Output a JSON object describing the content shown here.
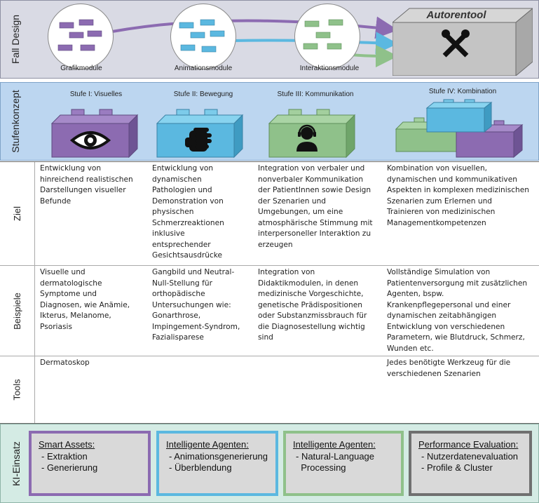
{
  "fall_design": {
    "label": "Fall Design",
    "modules": [
      {
        "label": "Grafikmodule",
        "color": "#8c6bb1"
      },
      {
        "label": "Animationsmodule",
        "color": "#5bb8e0"
      },
      {
        "label": "Interaktionsmodule",
        "color": "#8fc18a"
      }
    ],
    "tool": {
      "label": "Autorentool",
      "icon": "tools-icon"
    }
  },
  "stufenkonzept": {
    "label": "Stufenkonzept",
    "stufen": [
      {
        "label": "Stufe I: Visuelles",
        "icon": "eye-icon",
        "color": "#8c6bb1"
      },
      {
        "label": "Stufe II: Bewegung",
        "icon": "hand-icon",
        "color": "#5bb8e0"
      },
      {
        "label": "Stufe III: Kommunikation",
        "icon": "headset-person-icon",
        "color": "#8fc18a"
      },
      {
        "label": "Stufe IV: Kombination",
        "icon": "combined-bricks-icon",
        "color": "#5bb8e0"
      }
    ]
  },
  "table": {
    "rows": [
      {
        "label": "Ziel",
        "cells": [
          "Entwicklung von\nhinreichend realistischen\nDarstellungen visueller\nBefunde",
          "Entwicklung von\ndynamischen\nPathologien und\nDemonstration von\nphysischen\nSchmerzreaktionen\ninklusive\nentsprechender\nGesichtsausdrücke",
          "Integration von verbaler und\nnonverbaler Kommunikation\nder PatientInnen sowie Design\nder Szenarien und\nUmgebungen, um eine\natmosphärische Stimmung mit\ninterpersoneller Interaktion zu\nerzeugen",
          "Kombination von visuellen,\ndynamischen und kommunikativen\nAspekten in komplexen medizinischen\nSzenarien zum Erlernen und\nTrainieren von medizinischen\nManagementkompetenzen"
        ]
      },
      {
        "label": "Beispiele",
        "cells": [
          "Visuelle und\ndermatologische\nSymptome und\nDiagnosen, wie Anämie,\nIkterus, Melanome,\nPsoriasis",
          "Gangbild und Neutral-\nNull-Stellung für\northopädische\nUntersuchungen wie:\nGonarthrose,\nImpingement-Syndrom,\nFazialisparese",
          "Integration von\nDidaktikmodulen, in denen\nmedizinische Vorgeschichte,\ngenetische Prädispositionen\noder Substanzmissbrauch für\ndie Diagnosestellung wichtig\nsind",
          "Vollständige Simulation von\nPatientenversorgung mit zusätzlichen\nAgenten, bspw.\nKrankenpflegepersonal und einer\ndynamischen zeitabhängigen\nEntwicklung von verschiedenen\nParametern, wie Blutdruck, Schmerz,\nWunden etc."
        ]
      },
      {
        "label": "Tools",
        "cells": [
          "Dermatoskop",
          "",
          "",
          "Jedes benötigte Werkzeug für die\nverschiedenen Szenarien"
        ]
      }
    ]
  },
  "ki_einsatz": {
    "label": "KI-Einsatz",
    "boxes": [
      {
        "title": "Smart Assets:",
        "items": [
          "- Extraktion",
          "- Generierung"
        ],
        "border_color": "#8c6bb1"
      },
      {
        "title": "Intelligente Agenten:",
        "items": [
          "- Animationsgenerierung",
          "- Überblendung"
        ],
        "border_color": "#5bb8e0"
      },
      {
        "title": "Intelligente Agenten:",
        "items": [
          "- Natural-Language",
          "  Processing"
        ],
        "border_color": "#8fc18a"
      },
      {
        "title": "Performance Evaluation:",
        "items": [
          "- Nutzerdatenevaluation",
          "- Profile & Cluster"
        ],
        "border_color": "#707070"
      }
    ]
  }
}
